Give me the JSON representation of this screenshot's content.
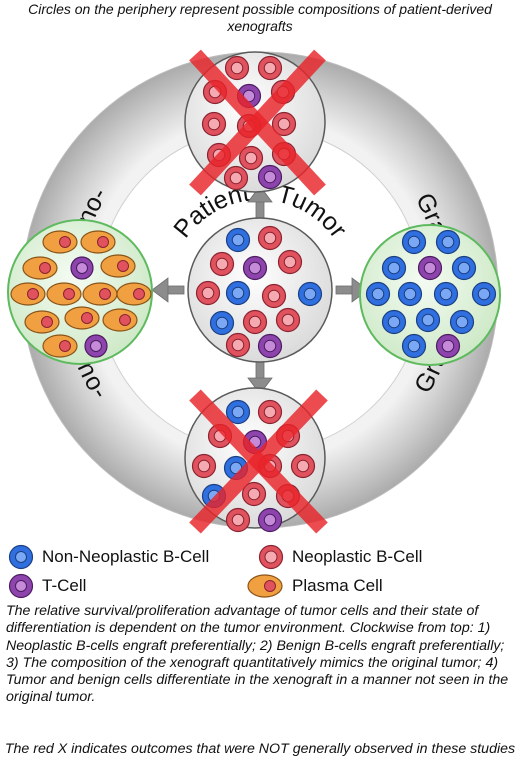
{
  "caption_top": "Circles on the periphery represent possible compositions of patient-derived xenografts",
  "center_label": {
    "word1": "Patient",
    "word2": "Tumor"
  },
  "ring_labels": {
    "top_left": "Xeno-",
    "top_right": "Graft",
    "bottom_left": "Xeno-",
    "bottom_right": "Graft"
  },
  "legend": {
    "non_neoplastic": "Non-Neoplastic B-Cell",
    "neoplastic": "Neoplastic B-Cell",
    "t_cell": "T-Cell",
    "plasma": "Plasma Cell"
  },
  "colors": {
    "non_neoplastic": "#2f6fe0",
    "neoplastic": "#e0525e",
    "t_cell": "#8e44ad",
    "plasma": "#f0a040",
    "red_x": "#e8232a",
    "green_border": "#6ac46a"
  },
  "description": "The relative survival/proliferation advantage of tumor cells and their state of differentiation is dependent on the tumor environment. Clockwise from top: 1) Neoplastic B-cells engraft preferentially; 2) Benign B-cells engraft preferentially; 3) The composition of the xenograft quantitatively mimics the original tumor; 4) Tumor and benign cells differentiate in the xenograft in a manner not seen in the original tumor.",
  "note": "The red X indicates outcomes that were NOT generally observed in these studies",
  "icons": [
    "arrow-icon",
    "red-x-icon"
  ]
}
